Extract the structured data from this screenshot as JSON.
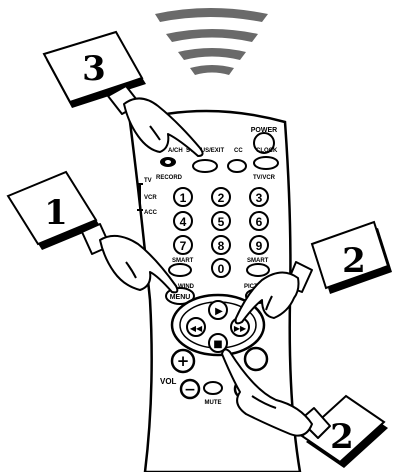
{
  "remote": {
    "top_buttons": {
      "power": "POWER",
      "ach": "A/CH",
      "status_exit": "STATUS/EXIT",
      "cc": "CC",
      "clock": "CLOCK",
      "record": "RECORD",
      "tv_vcr": "TV/VCR"
    },
    "mode_switch": {
      "tv": "TV",
      "vcr": "VCR",
      "acc": "ACC"
    },
    "number_keys": [
      "1",
      "2",
      "3",
      "4",
      "5",
      "6",
      "7",
      "8",
      "9",
      "0"
    ],
    "smart_left": "SMART",
    "smart_right": "SMART",
    "menu": "MENU",
    "picture": "PICTURE",
    "partial_labels": {
      "rewind_partial": "WIND",
      "sound_partial": "S"
    },
    "vol": "VOL",
    "mute": "MUTE"
  },
  "icons": {
    "play": "▶",
    "rewind": "◀◀",
    "fast_forward": "▶▶",
    "stop": "■",
    "plus": "+",
    "minus": "−"
  },
  "callouts": [
    "3",
    "1",
    "2",
    "2"
  ]
}
